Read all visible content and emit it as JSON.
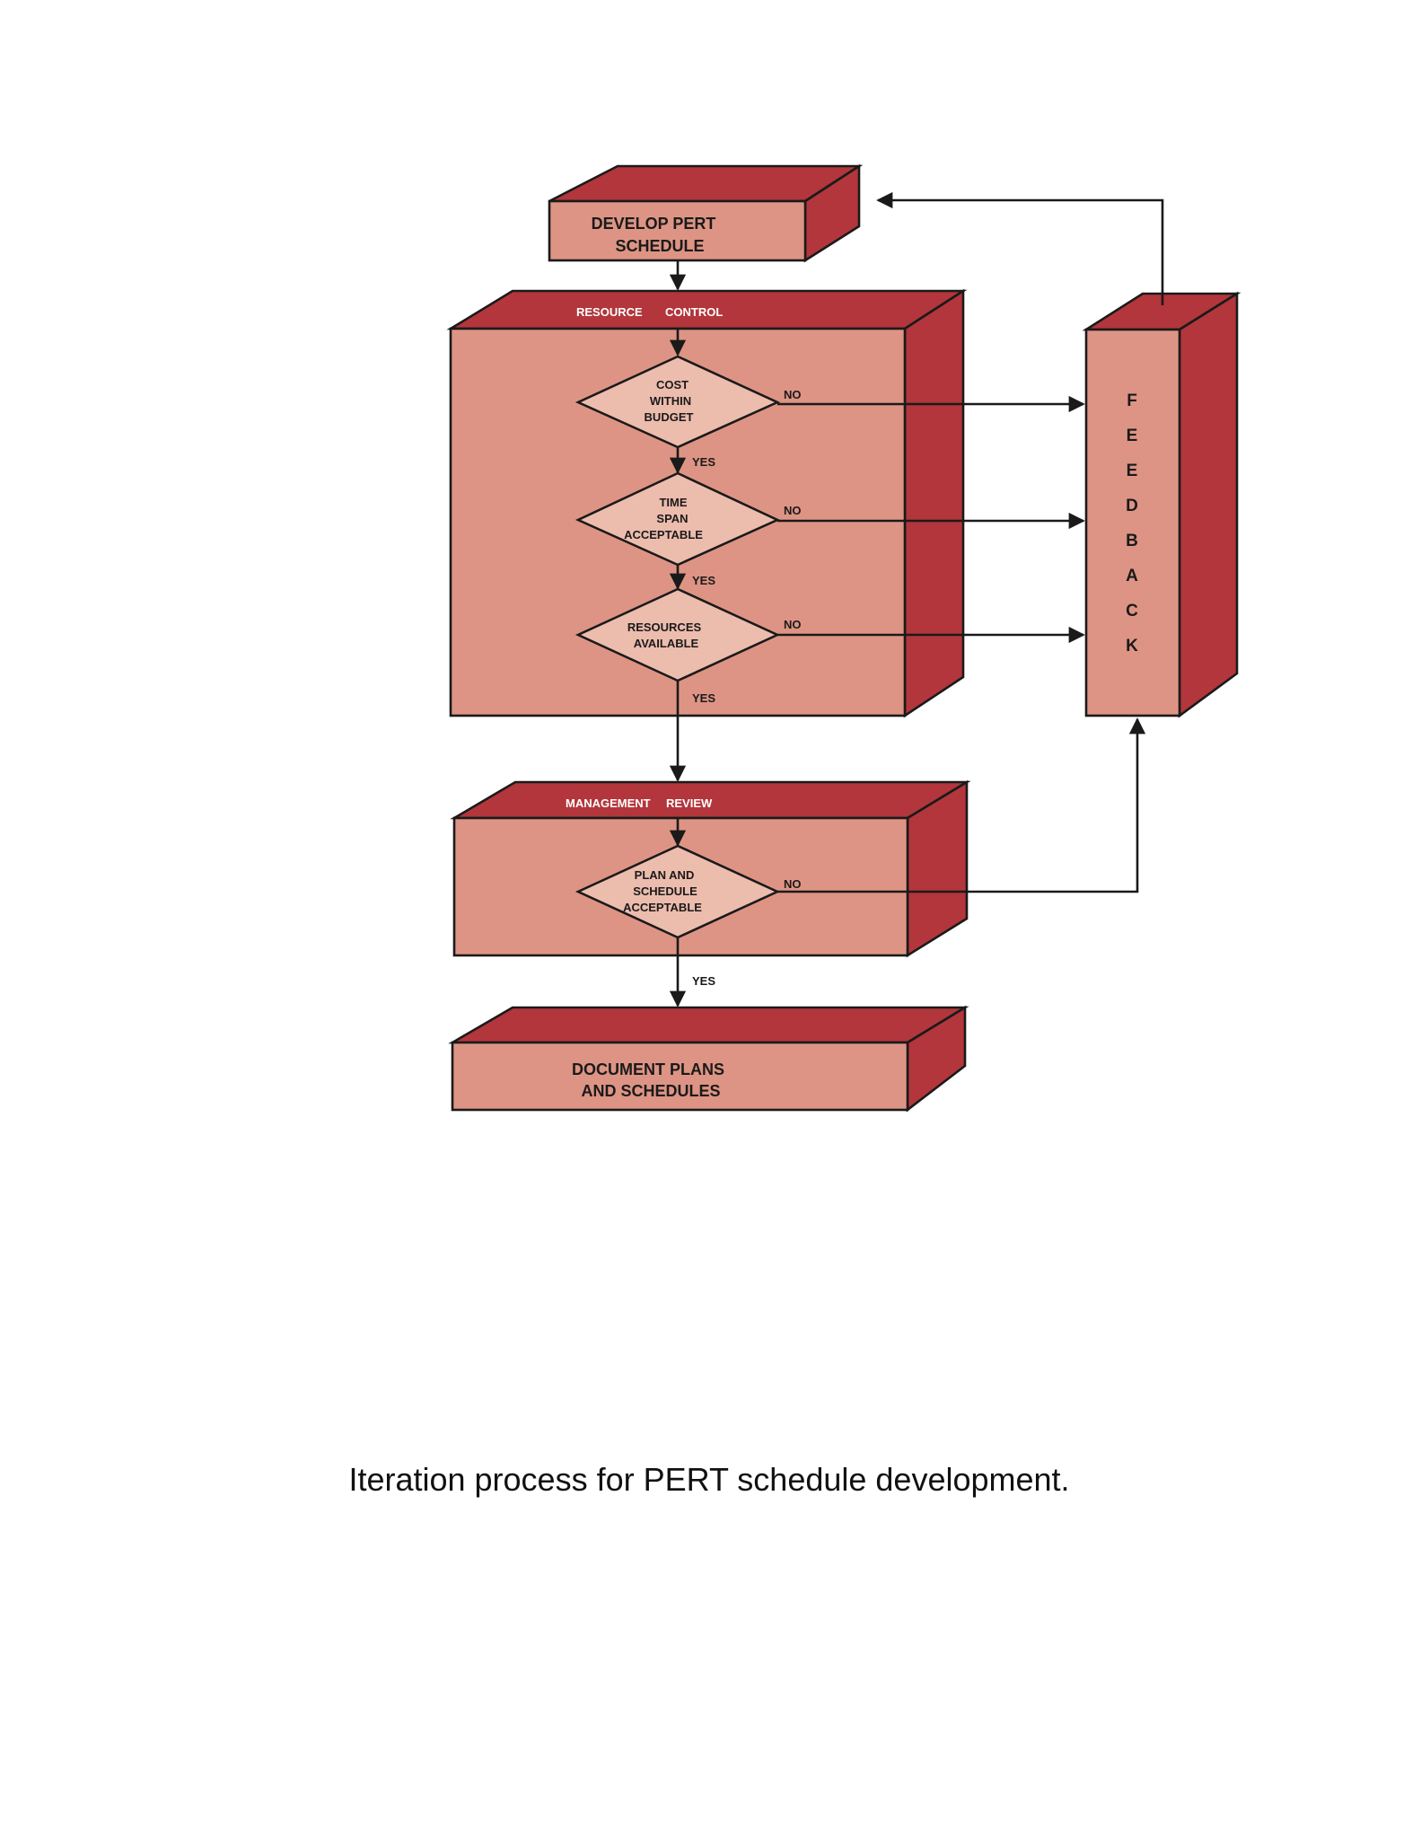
{
  "colors": {
    "box_face": "#de9484",
    "box_dark": "#b2363b",
    "diamond_fill": "#ecbcad",
    "stroke": "#1a1a1a"
  },
  "develop": {
    "line1": "DEVELOP PERT",
    "line2": "SCHEDULE"
  },
  "resource_control": {
    "word1": "RESOURCE",
    "word2": "CONTROL",
    "cost": {
      "line1": "COST",
      "line2": "WITHIN",
      "line3": "BUDGET"
    },
    "time": {
      "line1": "TIME",
      "line2": "SPAN",
      "line3": "ACCEPTABLE"
    },
    "resources": {
      "line1": "RESOURCES",
      "line2": "AVAILABLE"
    }
  },
  "management_review": {
    "word1": "MANAGEMENT",
    "word2": "REVIEW",
    "plan": {
      "line1": "PLAN AND",
      "line2": "SCHEDULE",
      "line3": "ACCEPTABLE"
    }
  },
  "document": {
    "line1": "DOCUMENT PLANS",
    "line2": "AND SCHEDULES"
  },
  "feedback": {
    "letters": [
      "F",
      "E",
      "E",
      "D",
      "B",
      "A",
      "C",
      "K"
    ]
  },
  "edge_labels": {
    "no": "NO",
    "yes": "YES"
  },
  "caption": "Iteration process for PERT schedule development."
}
